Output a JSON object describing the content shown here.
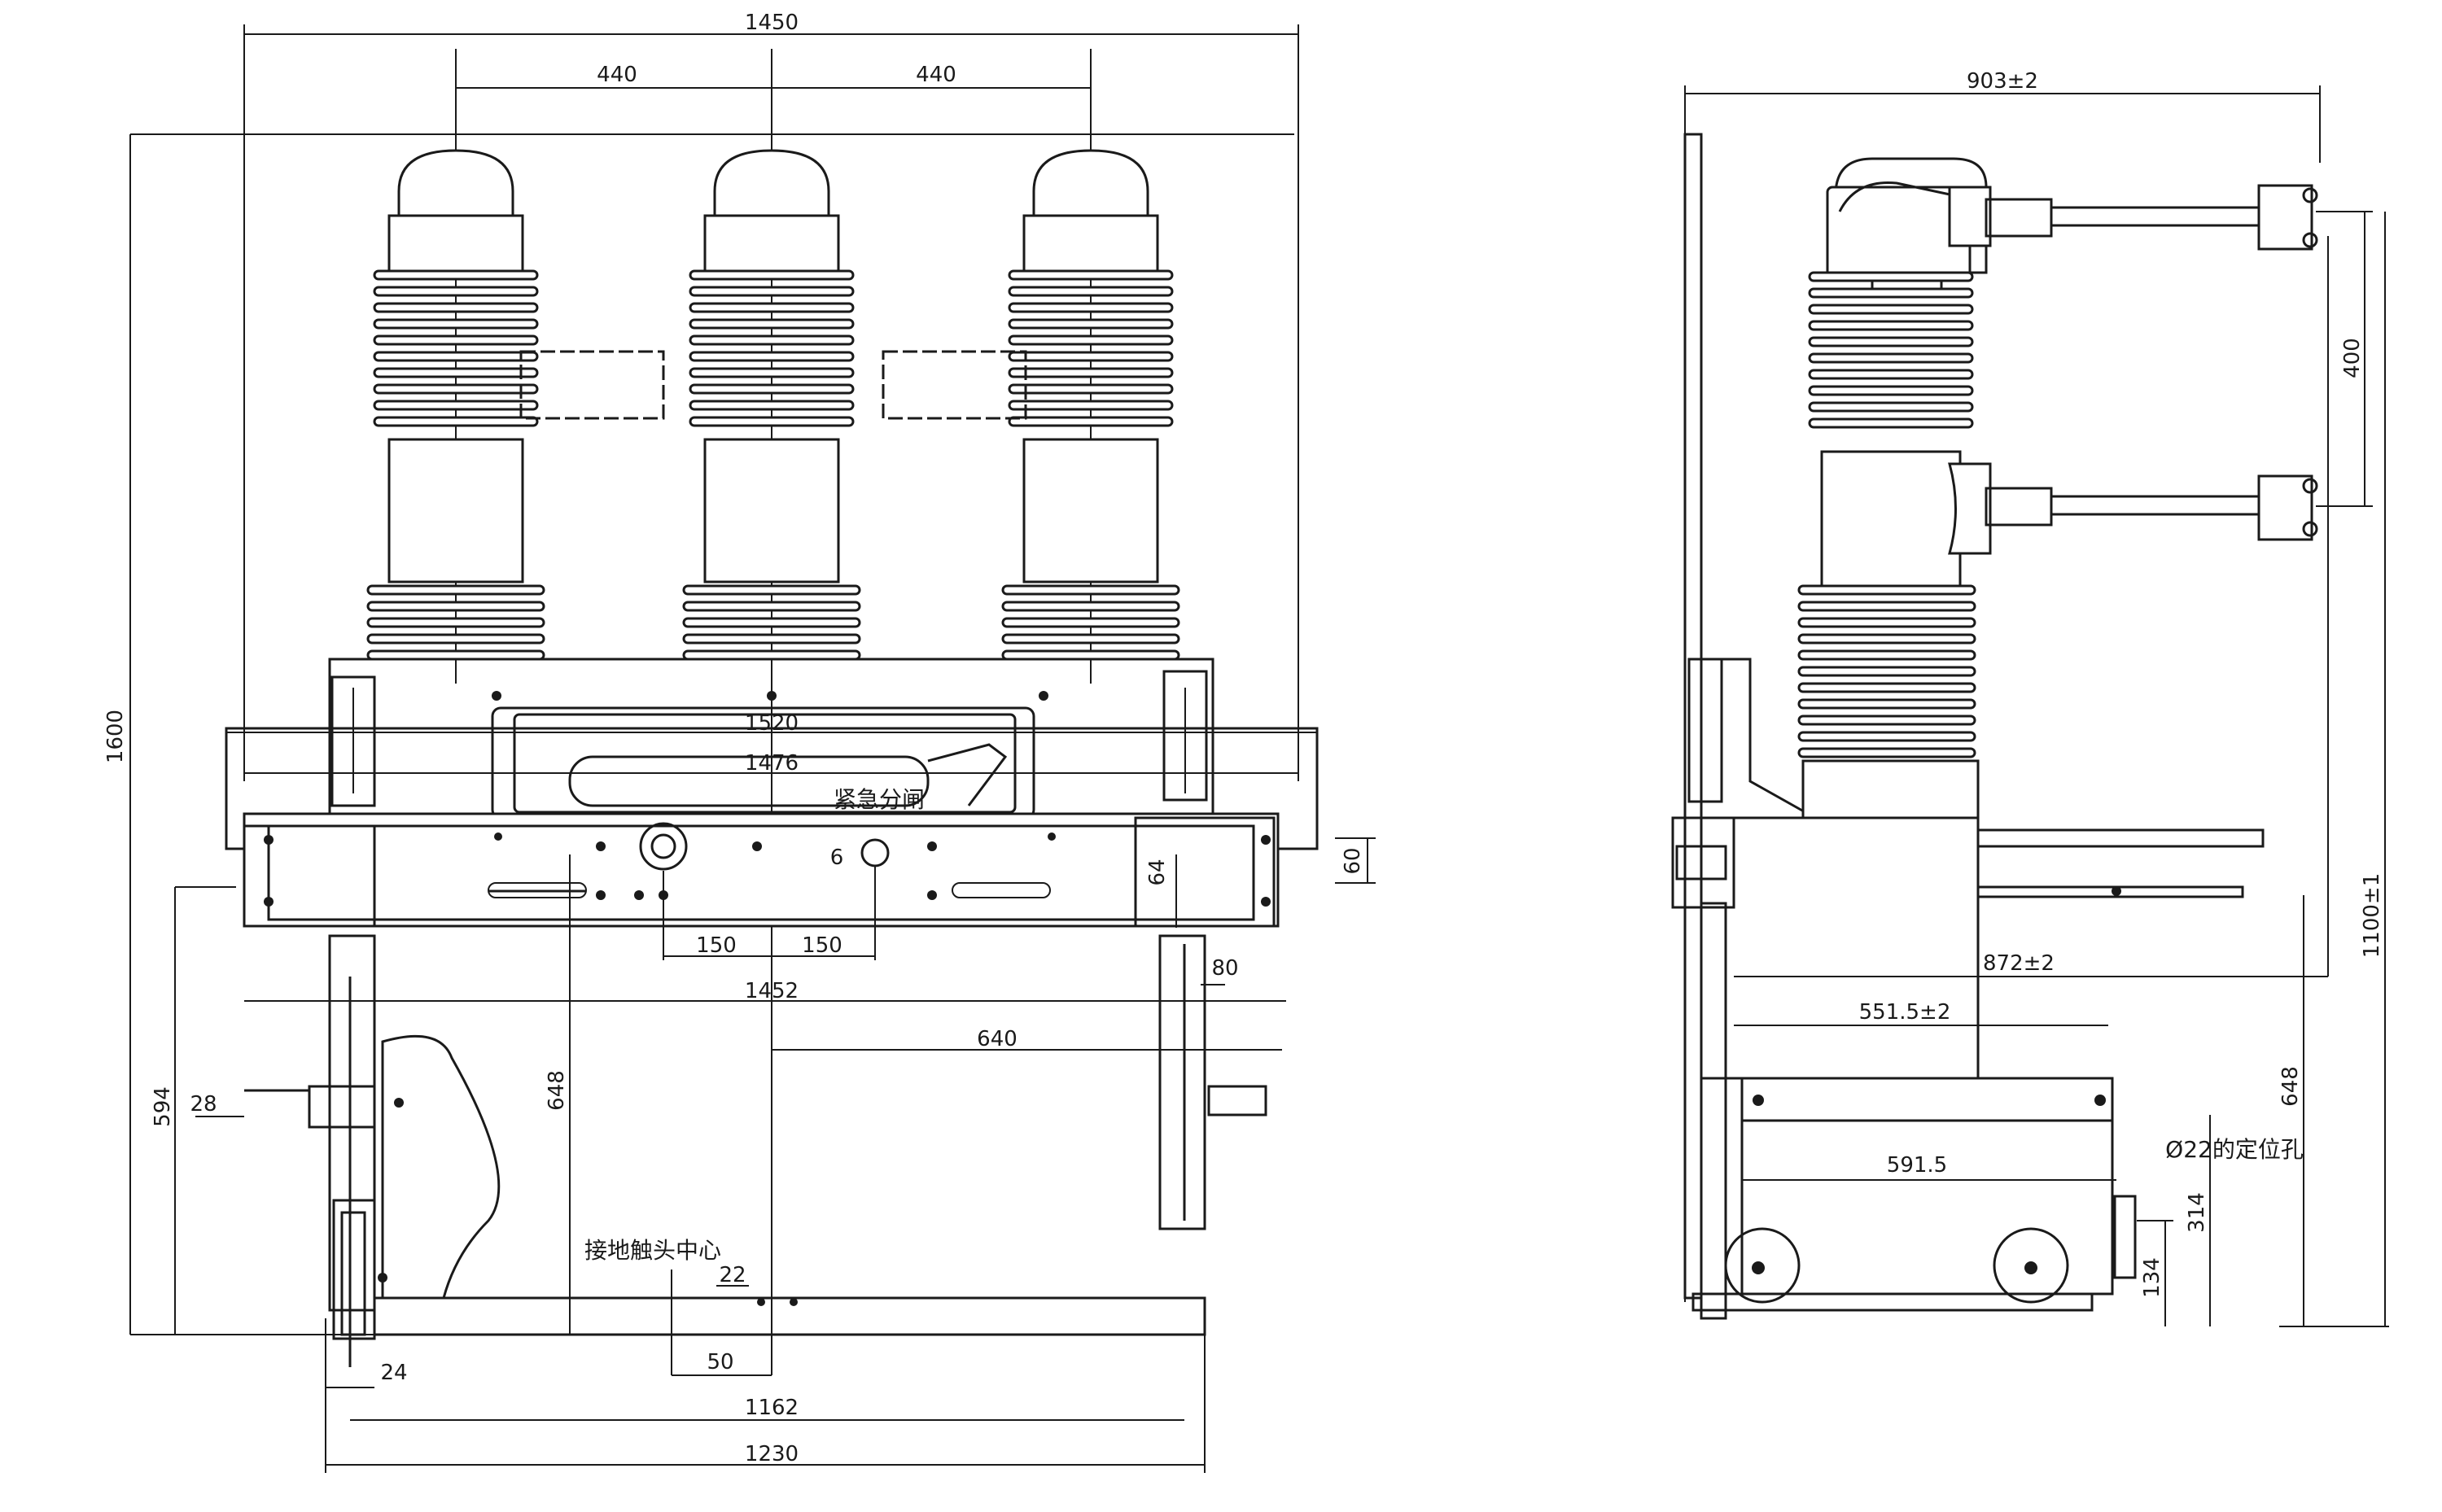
{
  "front_view": {
    "dims": {
      "overall_width": "1450",
      "pole_pitch_left": "440",
      "pole_pitch_right": "440",
      "overall_height": "1600",
      "frame_width_1520": "1520",
      "frame_width_1476": "1476",
      "hole_offset_6": "6",
      "right_height_64": "64",
      "right_height_60": "60",
      "spacing_150_left": "150",
      "spacing_150_right": "150",
      "width_1452": "1452",
      "right_offset_80": "80",
      "right_offset_640": "640",
      "height_648": "648",
      "height_594": "594",
      "offset_28": "28",
      "offset_22": "22",
      "offset_24": "24",
      "offset_50": "50",
      "base_1162": "1162",
      "base_1230": "1230"
    },
    "labels": {
      "emergency_trip": "紧急分闸",
      "earthing_contact_center": "接地触头中心"
    }
  },
  "side_view": {
    "dims": {
      "top_depth": "903±2",
      "contact_spacing": "400",
      "depth_872": "872±2",
      "depth_551": "551.5±2",
      "depth_591": "591.5",
      "height_1100": "1100±1",
      "height_648": "648",
      "height_314": "314",
      "height_134": "134"
    },
    "labels": {
      "locating_hole": "Ø22的定位孔"
    }
  }
}
